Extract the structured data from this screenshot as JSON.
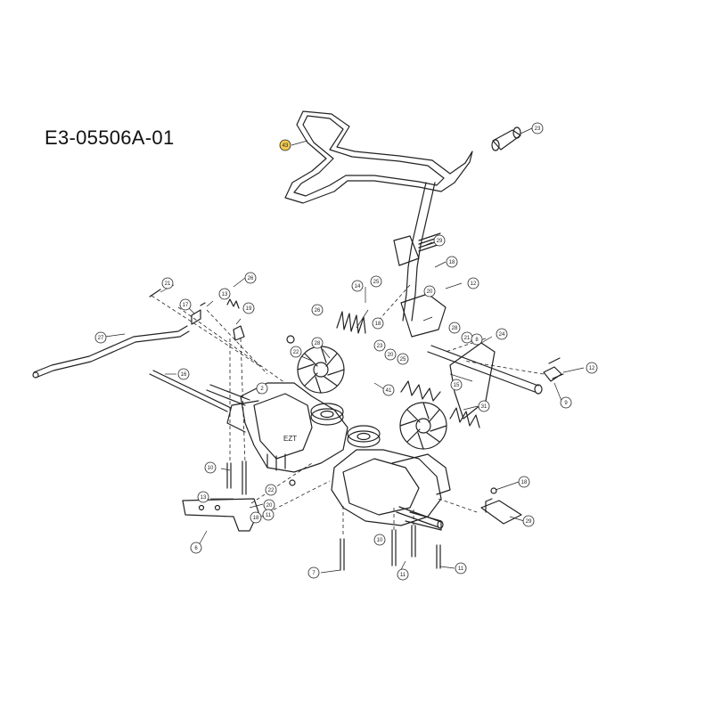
{
  "diagram": {
    "drawing_code": "E3-05506A-01",
    "callouts": [
      "43",
      "23",
      "29",
      "18",
      "21",
      "14",
      "25",
      "12",
      "20",
      "13",
      "17",
      "19",
      "26",
      "26",
      "27",
      "16",
      "18",
      "24",
      "15",
      "31",
      "28",
      "22",
      "23",
      "12",
      "9",
      "20",
      "25",
      "28",
      "2",
      "41",
      "10",
      "13",
      "20",
      "11",
      "7",
      "6",
      "18",
      "21",
      "22",
      "18",
      "29",
      "10",
      "11",
      "11",
      "8"
    ],
    "colors": {
      "line": "#222222",
      "callout_highlight": "#f2c94c",
      "background": "#ffffff"
    }
  }
}
